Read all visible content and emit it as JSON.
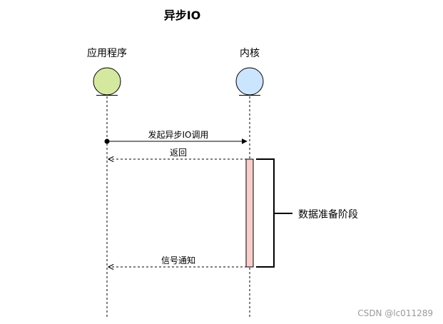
{
  "title": "异步IO",
  "actors": [
    {
      "name": "应用程序",
      "color": "#d5e8a0"
    },
    {
      "name": "内核",
      "color": "#cce5ff"
    }
  ],
  "messages": [
    {
      "label": "发起异步IO调用"
    },
    {
      "label": "返回"
    },
    {
      "label": "信号通知"
    }
  ],
  "phase_label": "数据准备阶段",
  "activation_color": "#f8cecc",
  "watermark": "CSDN @lc011289"
}
